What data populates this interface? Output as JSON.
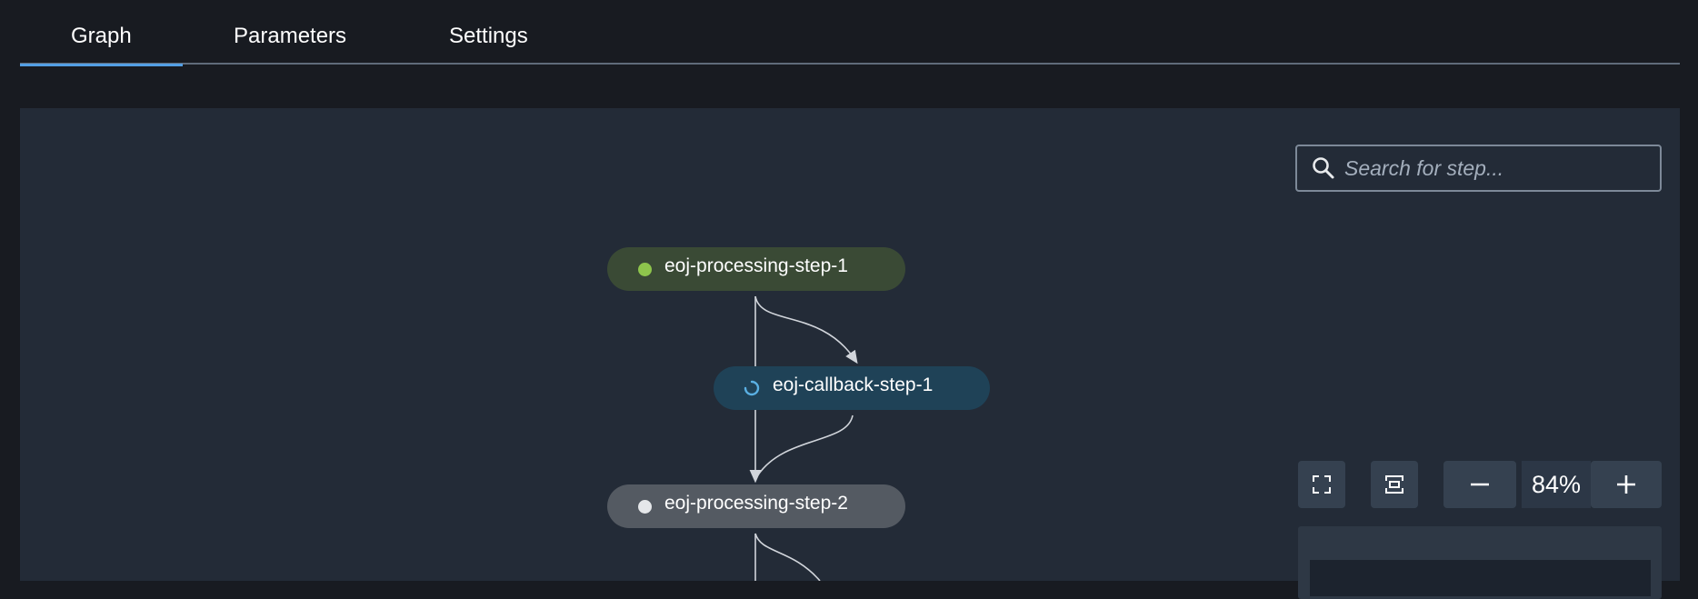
{
  "tabs": [
    {
      "label": "Graph",
      "active": true
    },
    {
      "label": "Parameters",
      "active": false
    },
    {
      "label": "Settings",
      "active": false
    }
  ],
  "search": {
    "placeholder": "Search for step..."
  },
  "nodes": [
    {
      "label": "eoj-processing-step-1",
      "status": "succeeded",
      "status_color": "#8ec54c"
    },
    {
      "label": "eoj-callback-step-1",
      "status": "in-progress",
      "status_color": "#5ab0e3"
    },
    {
      "label": "eoj-processing-step-2",
      "status": "not-started",
      "status_color": "#e5e7ea"
    }
  ],
  "zoom": {
    "value": "84%"
  },
  "colors": {
    "accent": "#539fe5",
    "node_succeeded_bg": "#3a4a35",
    "node_in_progress_bg": "#1f4257",
    "node_not_started_bg": "#545a62"
  },
  "icons": {
    "search": "search-icon",
    "fullscreen": "fullscreen-icon",
    "fit": "fit-to-screen-icon",
    "zoom_out": "minus-icon",
    "zoom_in": "plus-icon"
  }
}
